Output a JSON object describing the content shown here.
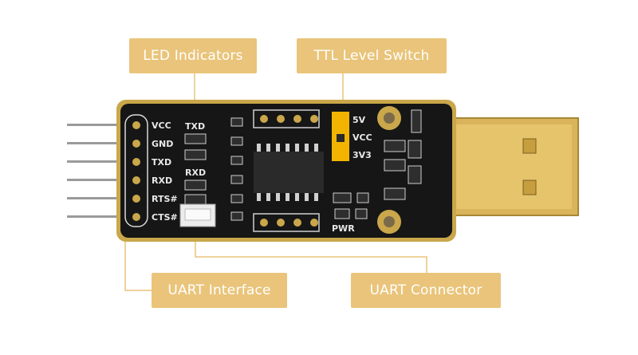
{
  "callouts": {
    "led_indicators": "LED Indicators",
    "ttl_level_switch": "TTL Level Switch",
    "uart_interface": "UART Interface",
    "uart_connector": "UART Connector"
  },
  "board": {
    "pin_labels": [
      "VCC",
      "GND",
      "TXD",
      "RXD",
      "RTS#",
      "CTS#"
    ],
    "led_label_txd": "TXD",
    "led_label_rxd": "RXD",
    "voltage_5v": "5V",
    "voltage_vcc": "VCC",
    "voltage_3v3": "3V3",
    "pwr_label": "PWR"
  },
  "colors": {
    "callout": "#e9c47a",
    "board": "#161616",
    "board_edge": "#c9a74a",
    "usb_gold": "#d9b45a",
    "jumper": "#f2b400"
  }
}
